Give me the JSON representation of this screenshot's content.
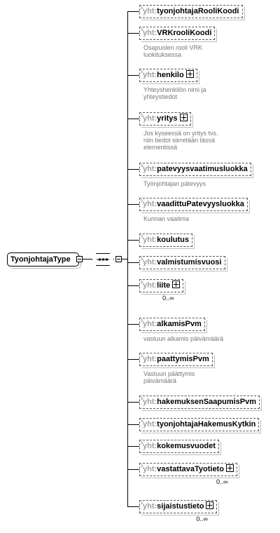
{
  "root": {
    "name": "TyonjohtajaType"
  },
  "compositor": {
    "type": "sequence",
    "icon": "sequence-icon"
  },
  "elements": [
    {
      "id": "tyonjohtajaRooliKoodi",
      "ns": "yht:",
      "name": "tyonjohtajaRooliKoodi",
      "optional": true,
      "expandable": false,
      "description": "",
      "occurs": ""
    },
    {
      "id": "VRKrooliKoodi",
      "ns": "yht:",
      "name": "VRKrooliKoodi",
      "optional": true,
      "expandable": false,
      "description": "Osapuolen rooli VRK\nluokituksessa",
      "occurs": ""
    },
    {
      "id": "henkilo",
      "ns": "yht:",
      "name": "henkilo",
      "optional": true,
      "expandable": true,
      "description": "Yhteyshenkilön nimi ja\nyhteystiedot",
      "occurs": ""
    },
    {
      "id": "yritys",
      "ns": "yht:",
      "name": "yritys",
      "optional": true,
      "expandable": true,
      "description": "Jos kyseessä on yritys tvs.\nniin tiedot siirretään tässä\nelementissä",
      "occurs": ""
    },
    {
      "id": "patevyysvaatimusluokka",
      "ns": "yht:",
      "name": "patevyysvaatimusluokka",
      "optional": true,
      "expandable": false,
      "description": "Työnjohtajan pätevyys",
      "occurs": ""
    },
    {
      "id": "vaadittuPatevyysluokka",
      "ns": "yht:",
      "name": "vaadittuPatevyysluokka",
      "optional": true,
      "expandable": false,
      "description": "Kunnan vaatima",
      "occurs": ""
    },
    {
      "id": "koulutus",
      "ns": "yht:",
      "name": "koulutus",
      "optional": true,
      "expandable": false,
      "description": "",
      "occurs": ""
    },
    {
      "id": "valmistumisvuosi",
      "ns": "yht:",
      "name": "valmistumisvuosi",
      "optional": true,
      "expandable": false,
      "description": "",
      "occurs": ""
    },
    {
      "id": "liite",
      "ns": "yht:",
      "name": "liite",
      "optional": true,
      "expandable": true,
      "description": "",
      "occurs": "0..∞"
    },
    {
      "id": "alkamisPvm",
      "ns": "yht:",
      "name": "alkamisPvm",
      "optional": true,
      "expandable": false,
      "description": "vastuun alkamis päivämäärä",
      "occurs": ""
    },
    {
      "id": "paattymisPvm",
      "ns": "yht:",
      "name": "paattymisPvm",
      "optional": true,
      "expandable": false,
      "description": "Vastuun päättymis\npäivämäärä",
      "occurs": ""
    },
    {
      "id": "hakemuksenSaapumisPvm",
      "ns": "yht:",
      "name": "hakemuksenSaapumisPvm",
      "optional": true,
      "expandable": false,
      "description": "",
      "occurs": ""
    },
    {
      "id": "tyonjohtajaHakemusKytkin",
      "ns": "yht:",
      "name": "tyonjohtajaHakemusKytkin",
      "optional": true,
      "expandable": false,
      "description": "",
      "occurs": ""
    },
    {
      "id": "kokemusvuodet",
      "ns": "yht:",
      "name": "kokemusvuodet",
      "optional": true,
      "expandable": false,
      "description": "",
      "occurs": ""
    },
    {
      "id": "vastattavaTyotieto",
      "ns": "yht:",
      "name": "vastattavaTyotieto",
      "optional": true,
      "expandable": true,
      "description": "",
      "occurs": "0..∞"
    },
    {
      "id": "sijaistustieto",
      "ns": "yht:",
      "name": "sijaistustieto",
      "optional": true,
      "expandable": true,
      "description": "",
      "occurs": "0..∞"
    }
  ]
}
